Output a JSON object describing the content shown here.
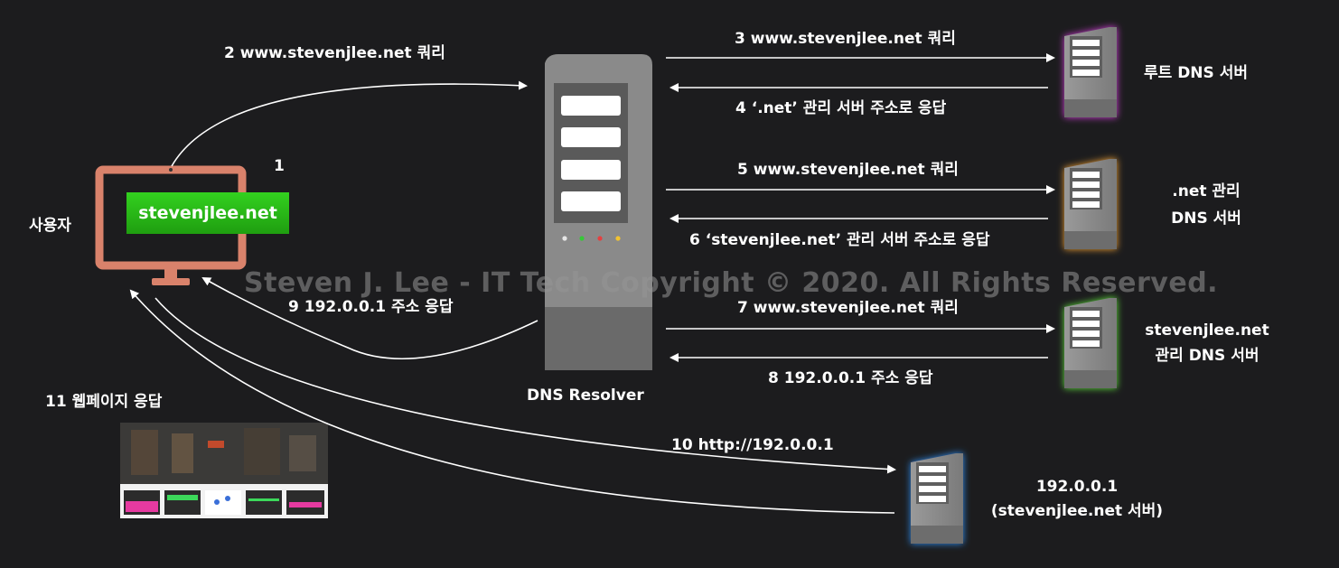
{
  "user": {
    "label": "사용자",
    "step_number": "1",
    "domain_text": "stevenjlee.net"
  },
  "resolver": {
    "label": "DNS Resolver"
  },
  "servers": {
    "root": {
      "label_lines": [
        "루트 DNS 서버"
      ],
      "glow": "#d33cd8"
    },
    "net": {
      "label_lines": [
        ".net 관리",
        "DNS 서버"
      ],
      "glow": "#f0a030"
    },
    "authoritative": {
      "label_lines": [
        "stevenjlee.net",
        "관리 DNS 서버"
      ],
      "glow": "#5ee23a"
    },
    "web": {
      "label_lines": [
        "192.0.0.1",
        "(stevenjlee.net 서버)"
      ],
      "glow": "#2f8df0"
    }
  },
  "steps": {
    "s2": "2 www.stevenjlee.net 쿼리",
    "s3": "3 www.stevenjlee.net 쿼리",
    "s4": "4 ‘.net’ 관리 서버 주소로 응답",
    "s5": "5 www.stevenjlee.net 쿼리",
    "s6": "6 ‘stevenjlee.net’ 관리 서버 주소로 응답",
    "s7": "7 www.stevenjlee.net 쿼리",
    "s8": "8 192.0.0.1 주소 응답",
    "s9": "9 192.0.0.1 주소 응답",
    "s10": "10 http://192.0.0.1",
    "s11": "11 웹페이지 응답"
  },
  "watermark": "Steven J. Lee - IT Tech        Copyright © 2020. All Rights Reserved.",
  "colors": {
    "background": "#1c1c1e",
    "monitor": "#d9826b",
    "badge": "#2cc01b",
    "arrow": "#ffffff"
  }
}
